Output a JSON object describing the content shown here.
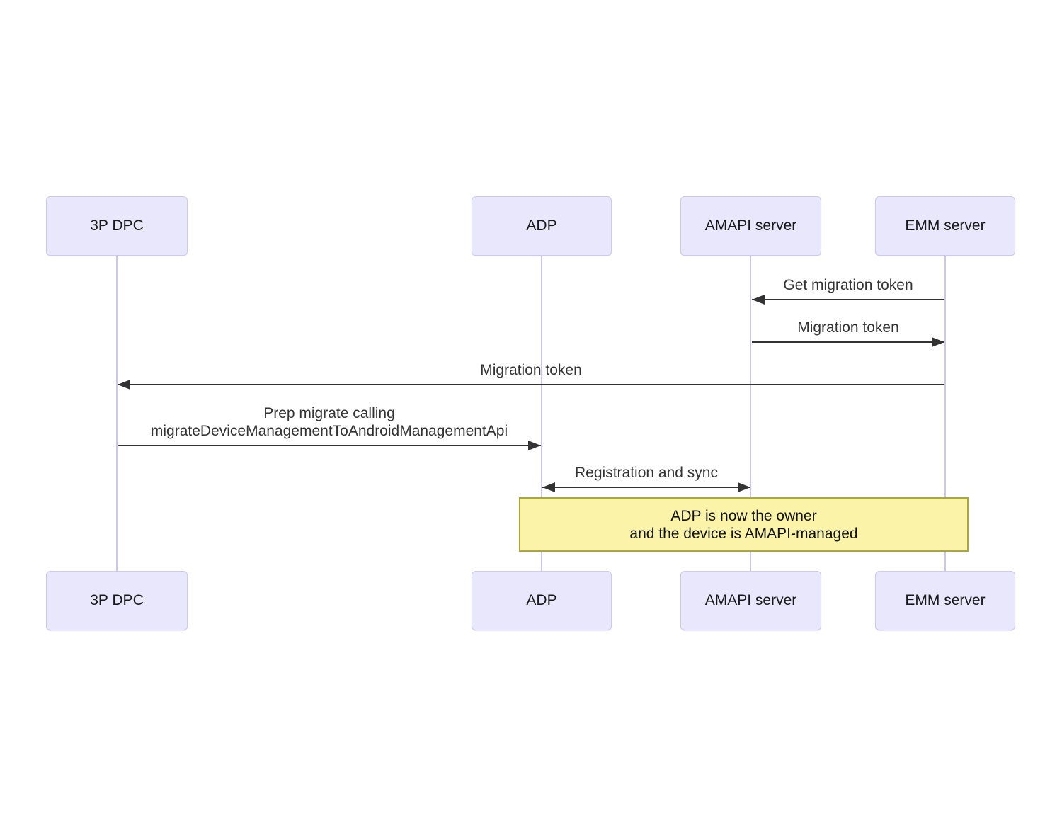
{
  "diagram": {
    "type": "sequence-diagram",
    "actors": [
      {
        "id": "3p-dpc",
        "label": "3P DPC"
      },
      {
        "id": "adp",
        "label": "ADP"
      },
      {
        "id": "amapi-server",
        "label": "AMAPI server"
      },
      {
        "id": "emm-server",
        "label": "EMM server"
      }
    ],
    "messages": [
      {
        "from": "EMM server",
        "to": "AMAPI server",
        "arrow": "left",
        "text": "Get migration token"
      },
      {
        "from": "AMAPI server",
        "to": "EMM server",
        "arrow": "right",
        "text": "Migration token"
      },
      {
        "from": "EMM server",
        "to": "3P DPC",
        "arrow": "left",
        "text": "Migration token"
      },
      {
        "from": "3P DPC",
        "to": "ADP",
        "arrow": "right",
        "text": "Prep migrate calling\nmigrateDeviceManagementToAndroidManagementApi"
      },
      {
        "from": "ADP",
        "to": "AMAPI server",
        "arrow": "both",
        "text": "Registration and sync"
      }
    ],
    "note": {
      "over": [
        "ADP",
        "EMM server"
      ],
      "text": "ADP is now the owner\nand the device is AMAPI-managed"
    },
    "colors": {
      "actor_fill": "#E9E7FC",
      "actor_border": "#CFC9F1",
      "lifeline": "#CCC6EC",
      "arrow": "#333333",
      "note_fill": "#FBF3A7",
      "note_border": "#AAAA33"
    }
  }
}
